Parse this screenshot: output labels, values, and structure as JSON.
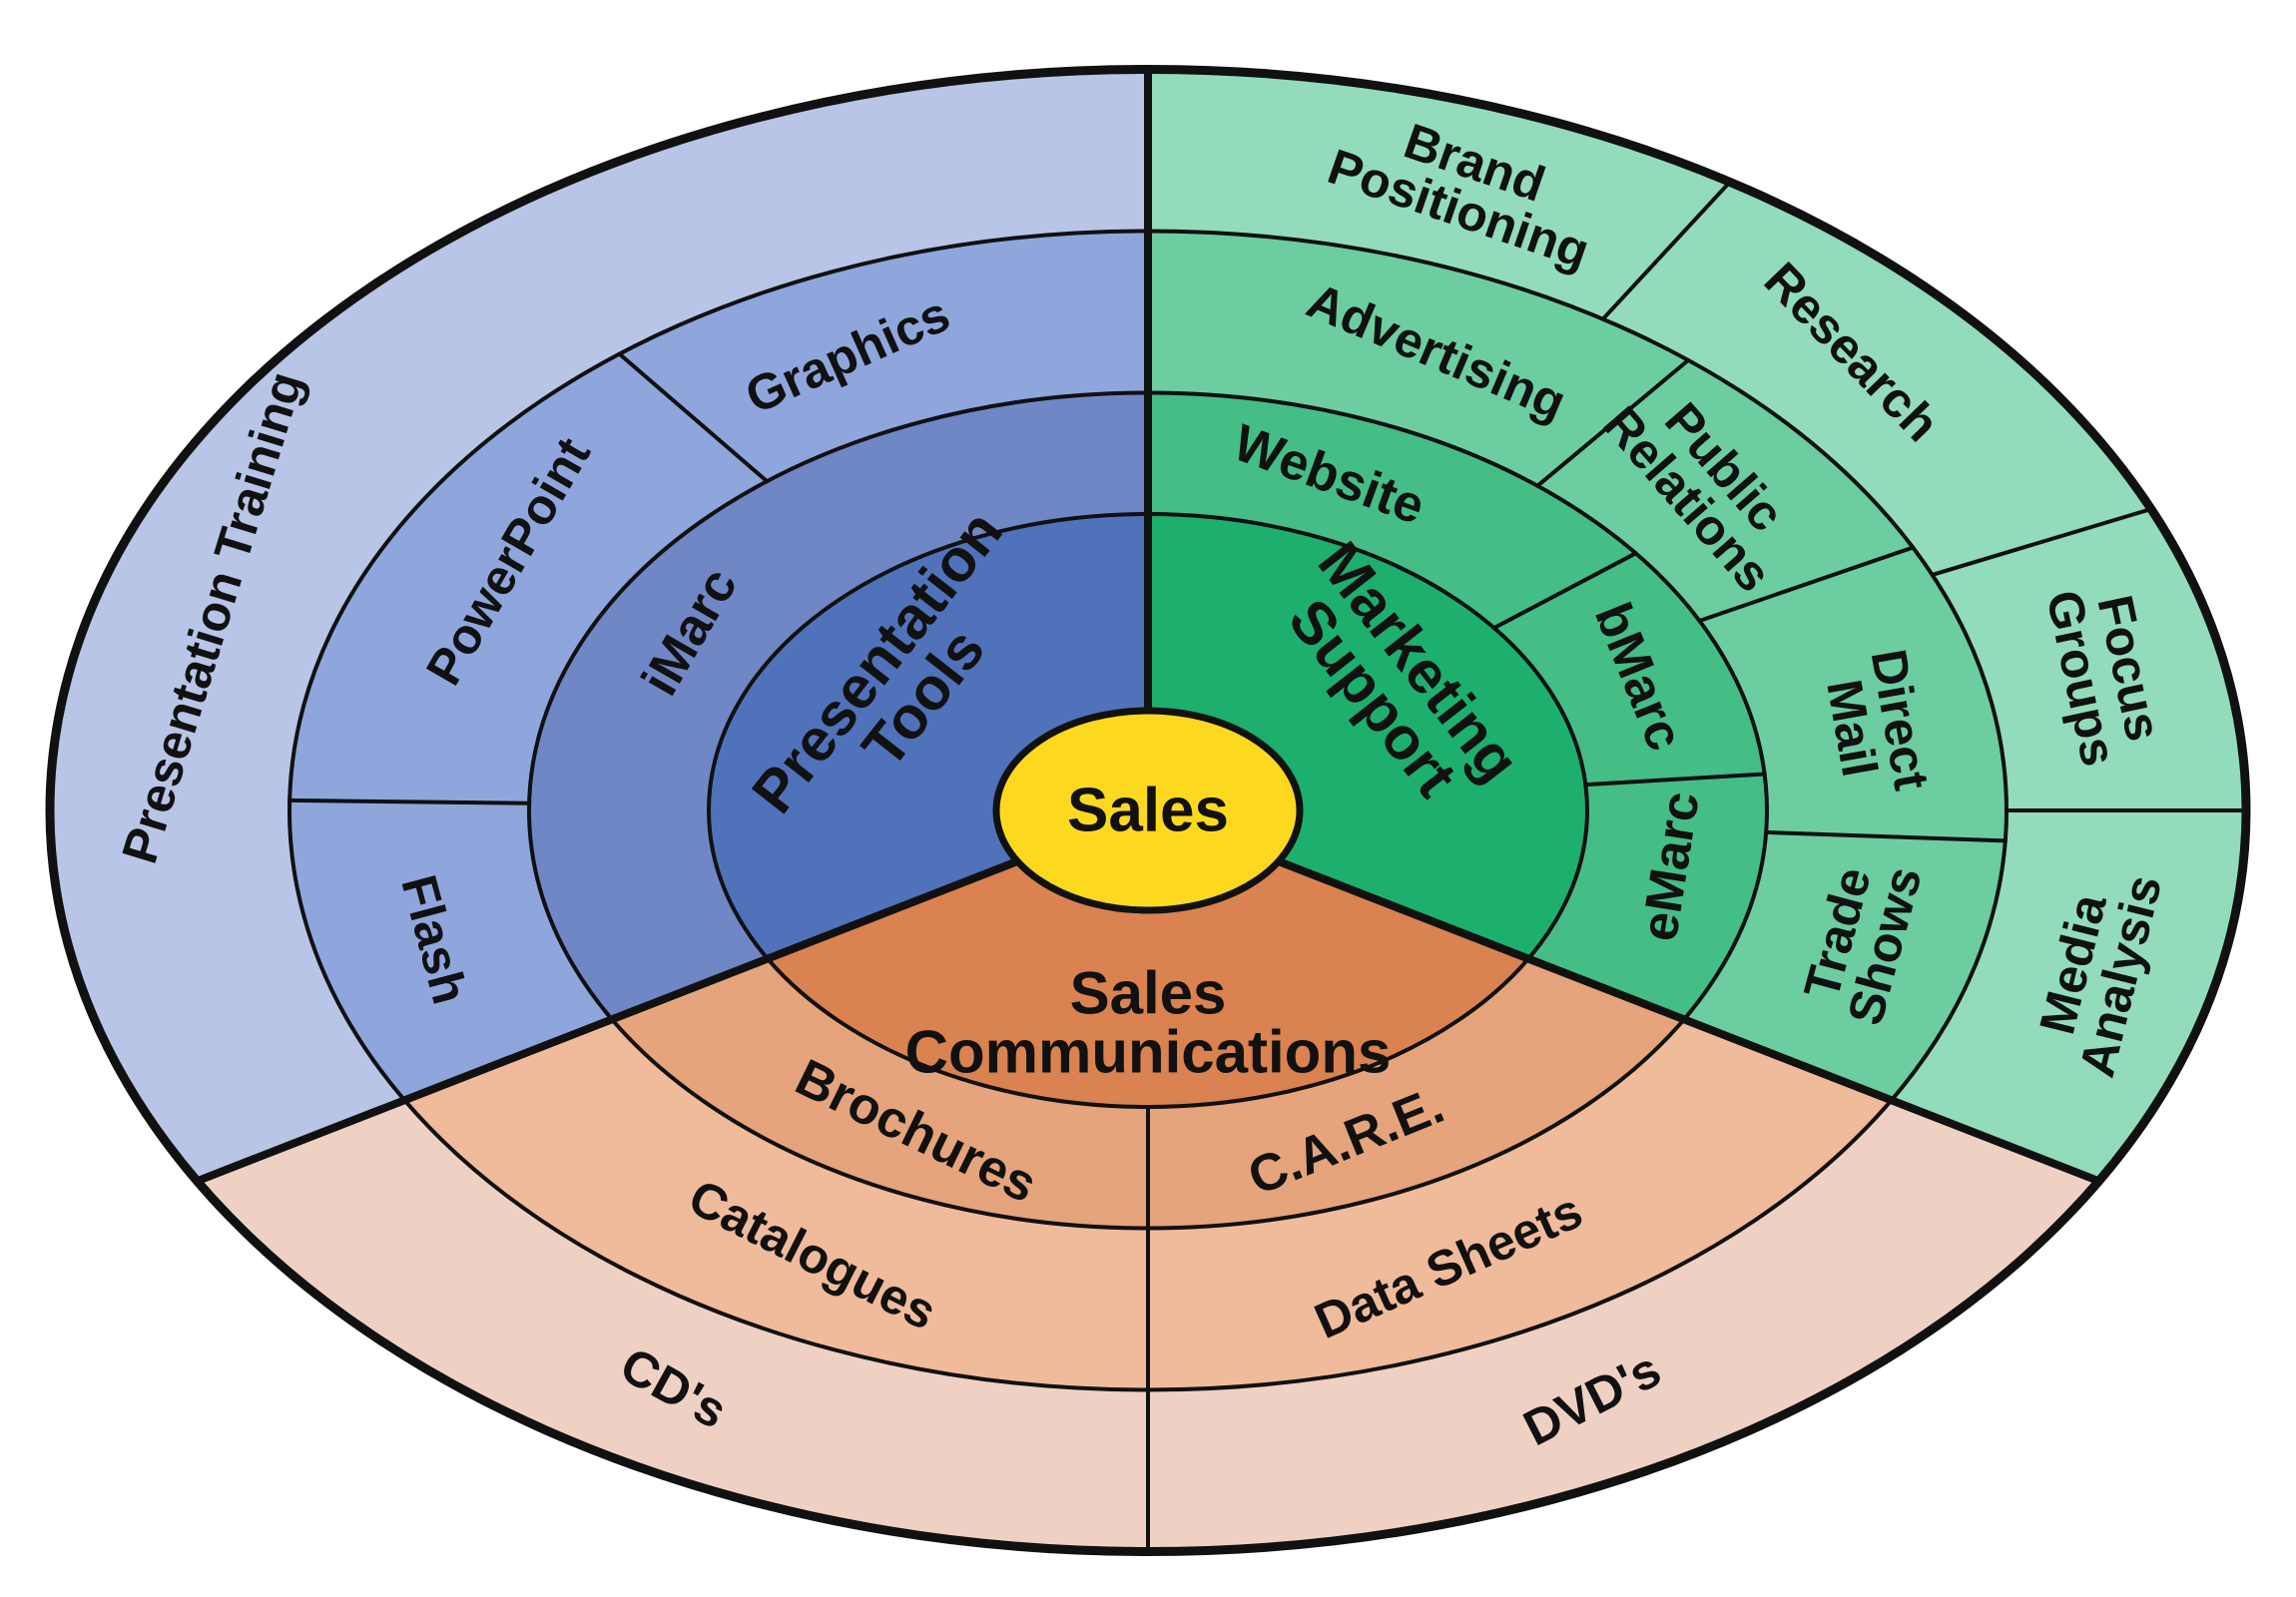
{
  "diagram": {
    "center": "Sales",
    "sectors": [
      {
        "name": "Presentation Tools",
        "lines": [
          "Presentation",
          "Tools"
        ],
        "colors": {
          "core": "#5072ba",
          "ring2": "#7087c6",
          "ring3": "#8fa6dd",
          "ring4": "#b8c5e7"
        },
        "ring2": [
          "iMarc"
        ],
        "ring3": [
          "Graphics",
          "PowerPoint",
          "Flash"
        ],
        "ring4": [
          "Presentation Training"
        ]
      },
      {
        "name": "Marketing Support",
        "lines": [
          "Marketing",
          "Support"
        ],
        "colors": {
          "core": "#1daf6e",
          "ring2": "#45bd86",
          "ring3": "#6ccea0",
          "ring4": "#92dcbc"
        },
        "ring2": [
          "Website",
          "bMarc",
          "eMarc"
        ],
        "ring3": [
          "Advertising",
          "Public Relations",
          "Direct Mail",
          "Trade Shows"
        ],
        "ring4": [
          "Brand Positioning",
          "Research",
          "Focus Groups",
          "Media Analysis"
        ]
      },
      {
        "name": "Sales Communications",
        "lines": [
          "Sales",
          "Communications"
        ],
        "colors": {
          "core": "#da8250",
          "ring2": "#e5a47b",
          "ring3": "#f0bb9b",
          "ring4": "#efd1c4"
        },
        "ring2": [
          "Brochures",
          "C.A.R.E."
        ],
        "ring3": [
          "Catalogues",
          "Data Sheets"
        ],
        "ring4": [
          "CD's",
          "DVD's"
        ]
      }
    ]
  }
}
